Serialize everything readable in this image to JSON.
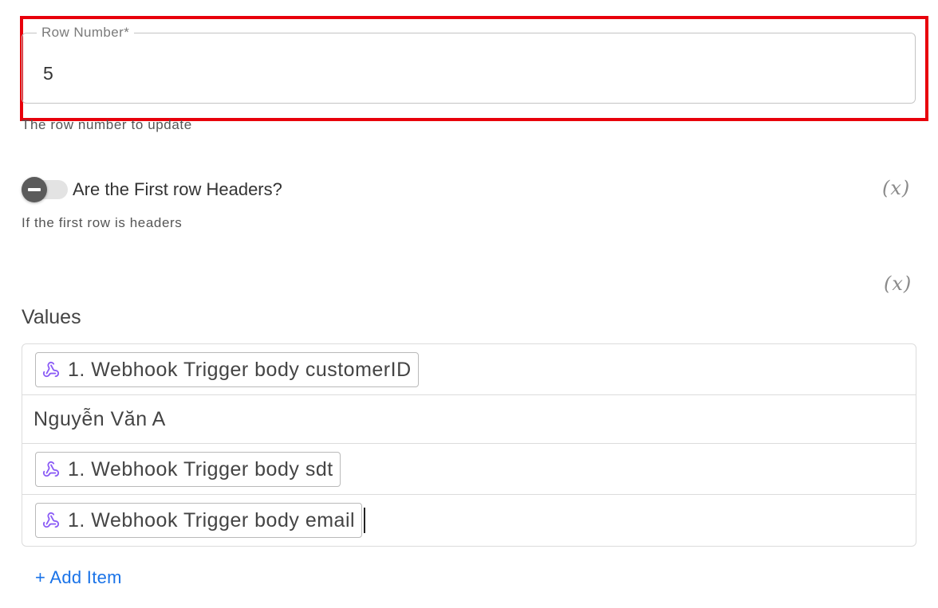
{
  "row_number": {
    "label": "Row Number*",
    "value": "5",
    "helper": "The row number to update"
  },
  "headers_toggle": {
    "label": "Are the First row Headers?",
    "checked": false,
    "helper": "If the first row is headers",
    "var_icon": "(x)"
  },
  "values": {
    "title": "Values",
    "var_icon": "(x)",
    "items": [
      {
        "type": "chip",
        "icon": "webhook-icon",
        "text": "1. Webhook Trigger body customerID"
      },
      {
        "type": "text",
        "text": "Nguyễn Văn A"
      },
      {
        "type": "chip",
        "icon": "webhook-icon",
        "text": "1. Webhook Trigger body sdt"
      },
      {
        "type": "chip",
        "icon": "webhook-icon",
        "text": "1. Webhook Trigger body email"
      }
    ],
    "add_label": "+ Add Item"
  },
  "colors": {
    "highlight": "#e8000b",
    "link": "#1a73e8",
    "webhook_icon": "#8b5cf6"
  }
}
